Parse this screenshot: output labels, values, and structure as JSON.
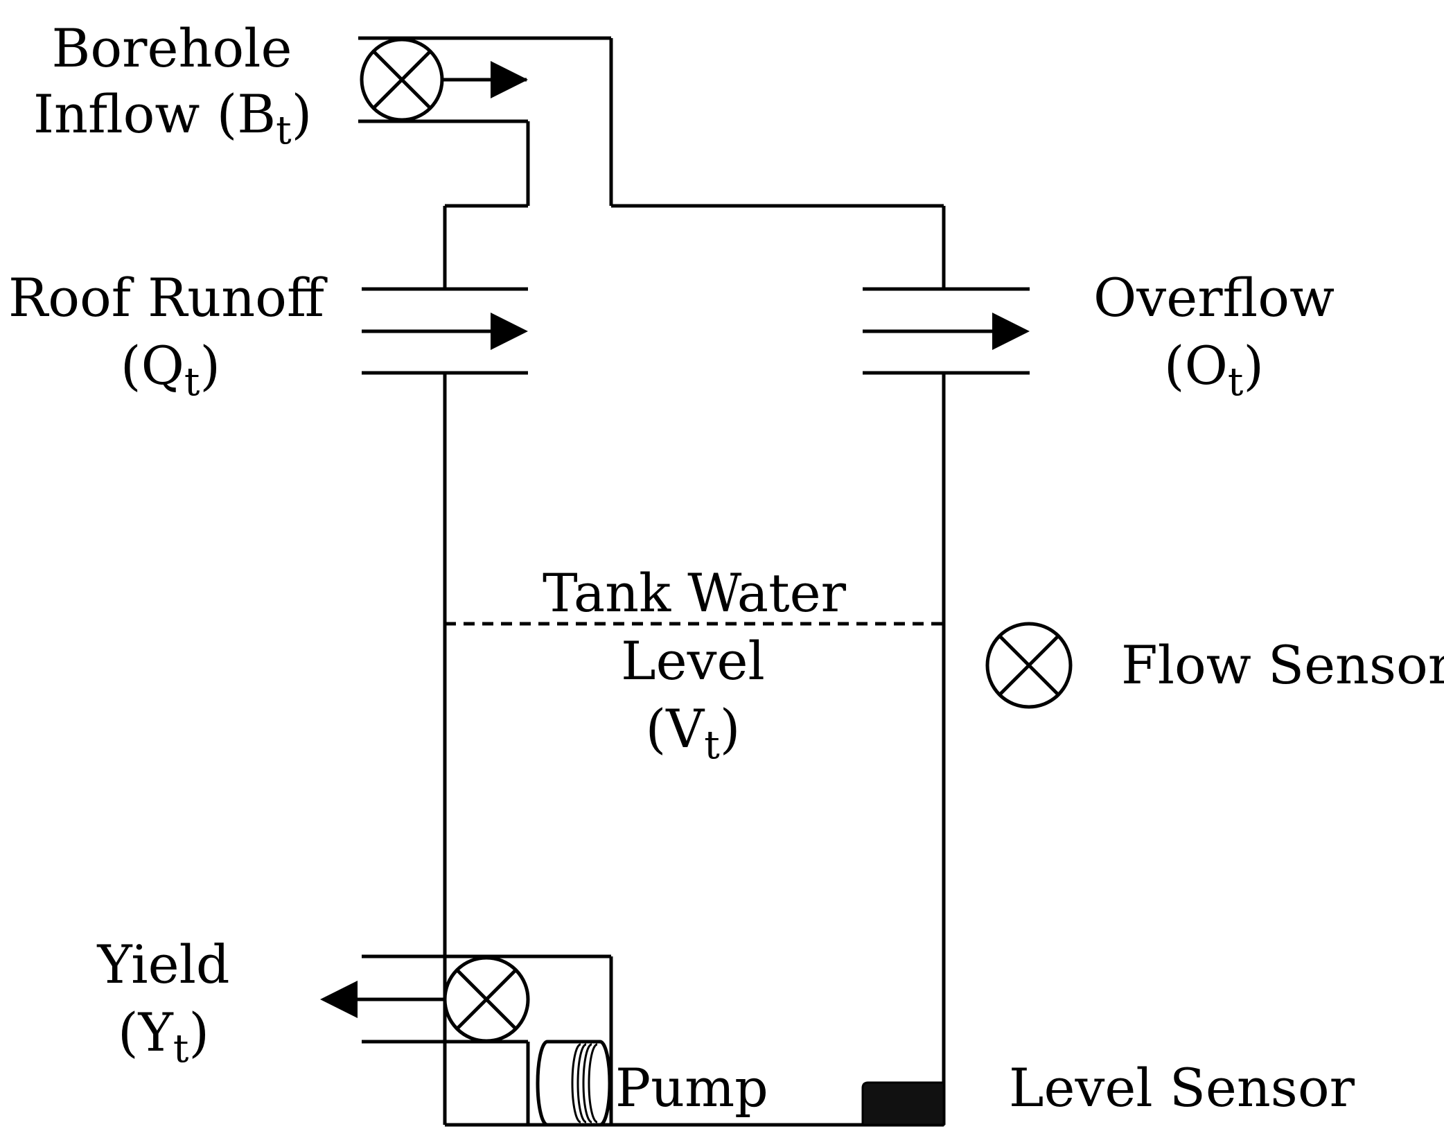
{
  "labels": {
    "borehole_line1": "Borehole",
    "borehole_line2": "Inflow (B",
    "borehole_sub": "t",
    "borehole_close": ")",
    "roof_line1": "Roof Runoff",
    "roof_open": "(Q",
    "roof_sub": "t",
    "roof_close": ")",
    "overflow_line1": "Overflow",
    "overflow_open": "(O",
    "overflow_sub": "t",
    "overflow_close": ")",
    "tank_line1": "Tank Water",
    "tank_line2": "Level",
    "tank_open": "(V",
    "tank_sub": "t",
    "tank_close": ")",
    "flow_sensor": "Flow Sensor",
    "yield_line1": "Yield",
    "yield_open": "(Y",
    "yield_sub": "t",
    "yield_close": ")",
    "pump": "Pump",
    "level_sensor": "Level Sensor"
  }
}
